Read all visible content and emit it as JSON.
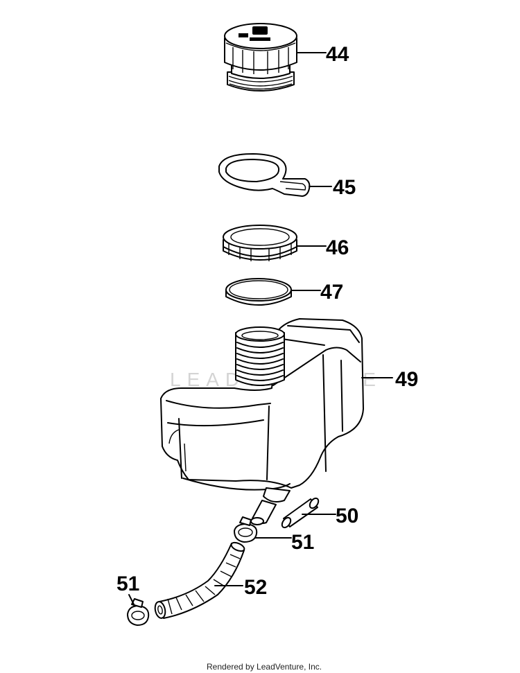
{
  "watermark": "LEADVENTURE",
  "footer": "Rendered by LeadVenture, Inc.",
  "parts": {
    "p44": "44",
    "p45": "45",
    "p46": "46",
    "p47": "47",
    "p49": "49",
    "p50": "50",
    "p51a": "51",
    "p51b": "51",
    "p52": "52"
  }
}
